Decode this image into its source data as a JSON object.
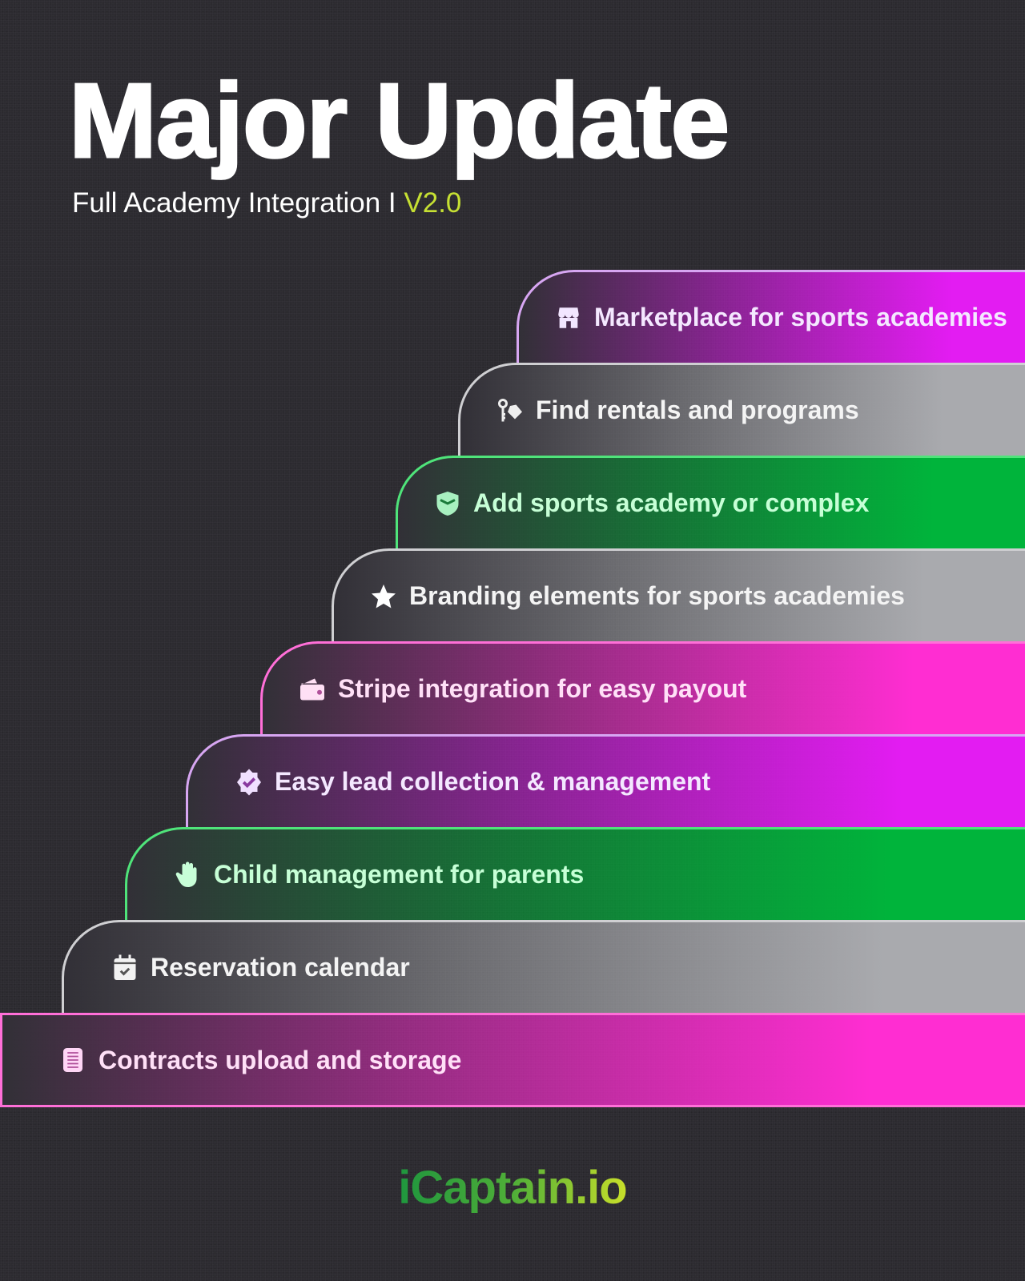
{
  "header": {
    "title": "Major Update",
    "subtitle": "Full Academy Integration I ",
    "version": "V2.0"
  },
  "steps": [
    {
      "label": "Marketplace for sports academies",
      "icon": "storefront-icon",
      "color": "#e31cf2"
    },
    {
      "label": "Find rentals and programs",
      "icon": "key-tag-icon",
      "color": "#a9aaae"
    },
    {
      "label": "Add sports academy or complex",
      "icon": "shield-icon",
      "color": "#00b43b"
    },
    {
      "label": "Branding elements for sports academies",
      "icon": "star-icon",
      "color": "#a9aaae"
    },
    {
      "label": "Stripe integration for easy payout",
      "icon": "wallet-icon",
      "color": "#ff2dd2"
    },
    {
      "label": "Easy lead collection & management",
      "icon": "verified-badge-icon",
      "color": "#e31cf2"
    },
    {
      "label": "Child management for parents",
      "icon": "hand-icon",
      "color": "#00b43b"
    },
    {
      "label": "Reservation calendar",
      "icon": "calendar-check-icon",
      "color": "#a9aaae"
    },
    {
      "label": "Contracts upload and storage",
      "icon": "document-icon",
      "color": "#ff2dd2"
    }
  ],
  "footer": {
    "logo": "iCaptain.io"
  }
}
